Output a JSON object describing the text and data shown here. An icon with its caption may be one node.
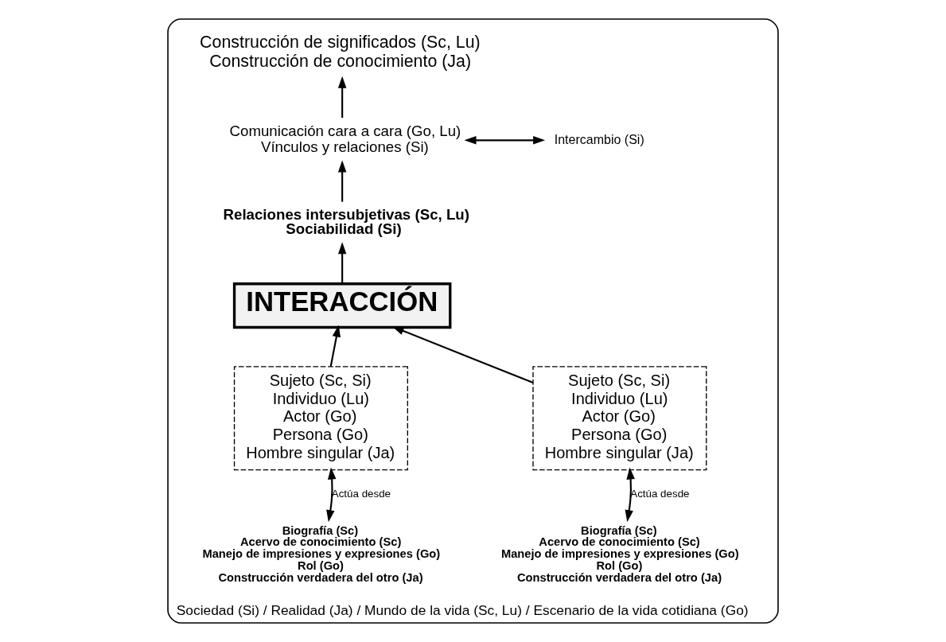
{
  "diagram": {
    "nodes": [
      {
        "text": [
          "Sociedad (Si) / Realidad (Ja) / Mundo de la vida (Sc, Lu) / Escenario de la vida cotidiana (Go)"
        ]
      },
      {
        "text": [
          "Construcción de significados (Sc, Lu)",
          "Construcción de conocimiento (Ja)"
        ],
        "in": 0
      },
      {
        "text": [
          "Comunicación cara a cara (Go, Lu)",
          "Vínculos y relaciones (Si)"
        ],
        "in": 0
      },
      {
        "text": [
          "Intercambio (Si)"
        ],
        "in": 0
      },
      {
        "text": [
          "Relaciones intersubjetivas (Sc, Lu)",
          "Sociabilidad (Si)"
        ],
        "in": 0
      },
      {
        "text": [
          "Sujeto (Sc, Si)",
          "Individuo (Lu)",
          "Actor (Go)",
          "Persona (Go)",
          "Hombre singular (Ja)"
        ],
        "in": 0
      },
      {
        "text": [
          "INTERACCIÓN"
        ],
        "in": 0
      },
      {
        "text": [
          "Sujeto (Sc, Si)",
          "Individuo (Lu)",
          "Actor (Go)",
          "Persona (Go)",
          "Hombre singular (Ja)"
        ],
        "in": 0
      },
      {
        "text": [
          "Biografía (Sc)",
          "Acervo de conocimiento (Sc)",
          "Manejo de impresiones y expresiones (Go)",
          "Rol (Go)",
          "Construcción verdadera del otro (Ja)"
        ],
        "in": 0
      },
      {
        "text": [
          "Biografía (Sc)",
          "Acervo de conocimiento (Sc)",
          "Manejo de impresiones y expresiones (Go)",
          "Rol (Go)",
          "Construcción verdadera del otro (Ja)"
        ],
        "in": 0
      }
    ],
    "edges": [
      {
        "from": 6,
        "to": 4,
        "arrow": "to"
      },
      {
        "from": 4,
        "to": 2,
        "arrow": "to"
      },
      {
        "from": 2,
        "to": 1,
        "arrow": "to"
      },
      {
        "from": 2,
        "to": 3,
        "arrow": "both"
      },
      {
        "from": 5,
        "to": 6,
        "arrow": "to"
      },
      {
        "from": 7,
        "to": 6,
        "arrow": "to"
      },
      {
        "from": 5,
        "to": 8,
        "arrow": "both",
        "label": "Actúa desde"
      },
      {
        "from": 7,
        "to": 9,
        "arrow": "both",
        "label": "Actúa desde"
      }
    ]
  }
}
